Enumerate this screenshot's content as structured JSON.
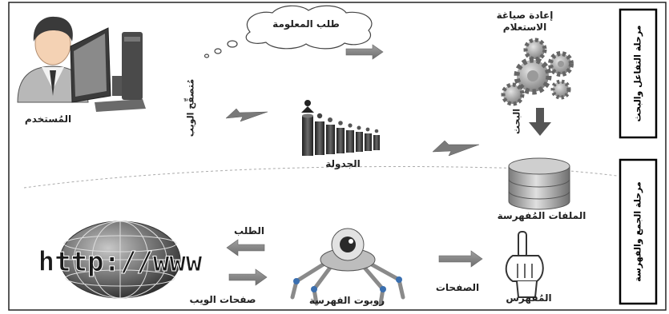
{
  "phases": {
    "interaction_search": "مرحلة التفاعل والبحث",
    "crawl_index": "مرحلة الجمع والفهرسة"
  },
  "labels": {
    "request_information": "طلب المعلومة",
    "query_reformulation": "إعادة صياغة الاستعلام",
    "user": "المُستخدم",
    "web_browser": "مُتصفِّح الويب",
    "search": "البحث",
    "ranking": "الجدولة",
    "indexed_files": "الملفات المُفهرسة",
    "request": "الطلب",
    "web_pages": "صفحات الويب",
    "indexing_robot": "روبوت الفهرسة",
    "pages": "الصفحات",
    "indexer": "المُفهرس"
  },
  "globe_text": "http://www",
  "colors": {
    "border": "#111111",
    "arrow_gray": "#8a8a8a",
    "dark": "#333333",
    "bar_dark": "#2e2e2e"
  }
}
